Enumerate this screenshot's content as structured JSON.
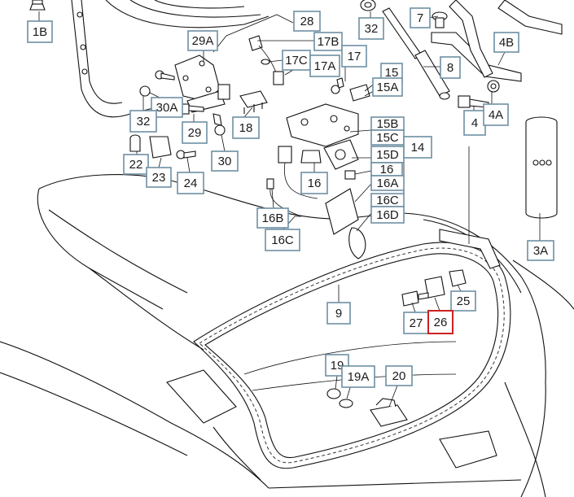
{
  "diagram": {
    "highlight_color": "#cc2222",
    "box_color": "#6e8fa3",
    "labels": [
      {
        "id": "1B",
        "text": "1B",
        "highlight": false
      },
      {
        "id": "28",
        "text": "28",
        "highlight": false
      },
      {
        "id": "29A",
        "text": "29A",
        "highlight": false
      },
      {
        "id": "17B",
        "text": "17B",
        "highlight": false
      },
      {
        "id": "17C",
        "text": "17C",
        "highlight": false
      },
      {
        "id": "17A",
        "text": "17A",
        "highlight": false
      },
      {
        "id": "17",
        "text": "17",
        "highlight": false
      },
      {
        "id": "32a",
        "text": "32",
        "highlight": false
      },
      {
        "id": "7",
        "text": "7",
        "highlight": false
      },
      {
        "id": "4B",
        "text": "4B",
        "highlight": false
      },
      {
        "id": "8",
        "text": "8",
        "highlight": false
      },
      {
        "id": "15",
        "text": "15",
        "highlight": false
      },
      {
        "id": "15A",
        "text": "15A",
        "highlight": false
      },
      {
        "id": "4",
        "text": "4",
        "highlight": false
      },
      {
        "id": "4A",
        "text": "4A",
        "highlight": false
      },
      {
        "id": "30A",
        "text": "30A",
        "highlight": false
      },
      {
        "id": "32b",
        "text": "32",
        "highlight": false
      },
      {
        "id": "29",
        "text": "29",
        "highlight": false
      },
      {
        "id": "18",
        "text": "18",
        "highlight": false
      },
      {
        "id": "15B",
        "text": "15B",
        "highlight": false
      },
      {
        "id": "15C",
        "text": "15C",
        "highlight": false
      },
      {
        "id": "15D",
        "text": "15D",
        "highlight": false
      },
      {
        "id": "14",
        "text": "14",
        "highlight": false
      },
      {
        "id": "16",
        "text": "16",
        "highlight": false
      },
      {
        "id": "16A",
        "text": "16A",
        "highlight": false
      },
      {
        "id": "16C_r",
        "text": "16C",
        "highlight": false
      },
      {
        "id": "16D",
        "text": "16D",
        "highlight": false
      },
      {
        "id": "22",
        "text": "22",
        "highlight": false
      },
      {
        "id": "23",
        "text": "23",
        "highlight": false
      },
      {
        "id": "24",
        "text": "24",
        "highlight": false
      },
      {
        "id": "30",
        "text": "30",
        "highlight": false
      },
      {
        "id": "16_l",
        "text": "16",
        "highlight": false
      },
      {
        "id": "16B",
        "text": "16B",
        "highlight": false
      },
      {
        "id": "16C_l",
        "text": "16C",
        "highlight": false
      },
      {
        "id": "9",
        "text": "9",
        "highlight": false
      },
      {
        "id": "25",
        "text": "25",
        "highlight": false
      },
      {
        "id": "27",
        "text": "27",
        "highlight": false
      },
      {
        "id": "26",
        "text": "26",
        "highlight": true
      },
      {
        "id": "19",
        "text": "19",
        "highlight": false
      },
      {
        "id": "19A",
        "text": "19A",
        "highlight": false
      },
      {
        "id": "20",
        "text": "20",
        "highlight": false
      },
      {
        "id": "3A",
        "text": "3A",
        "highlight": false
      }
    ]
  }
}
